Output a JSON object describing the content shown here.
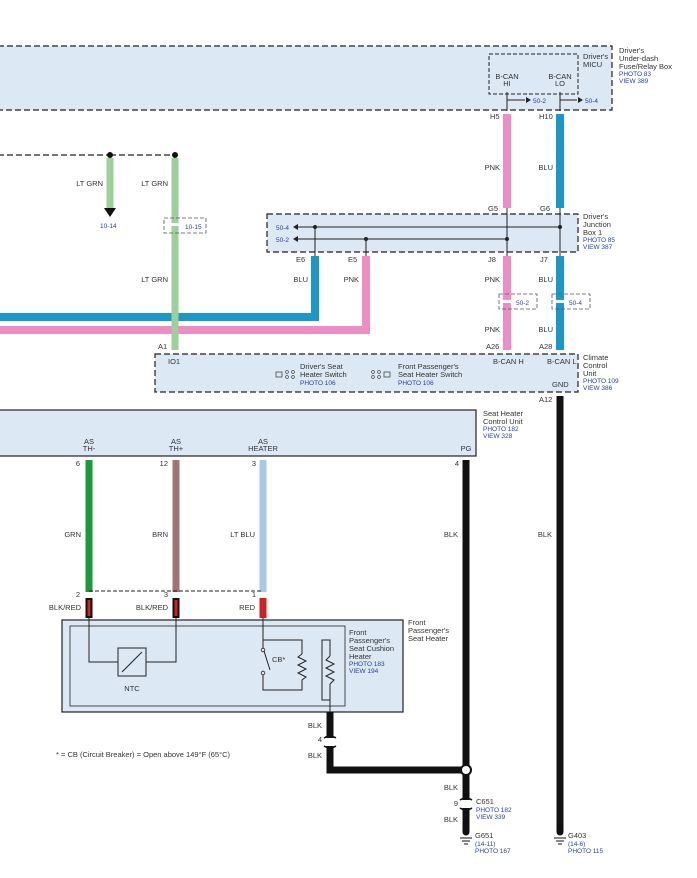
{
  "fuse_box": {
    "title": [
      "Driver's",
      "Under-dash",
      "Fuse/Relay Box"
    ],
    "photo": "PHOTO 83",
    "view": "VIEW 389",
    "micu": [
      "Driver's",
      "MICU"
    ],
    "bcan_hi": [
      "B-CAN",
      "HI"
    ],
    "bcan_lo": [
      "B-CAN",
      "LO"
    ],
    "ref_hi": "50-2",
    "ref_lo": "50-4",
    "pin_hi": "H5",
    "pin_lo": "H10"
  },
  "wires": {
    "pnk": "PNK",
    "blu": "BLU",
    "lt_grn": "LT GRN",
    "grn": "GRN",
    "brn": "BRN",
    "lt_blu": "LT BLU",
    "blk": "BLK",
    "blk_red": "BLK/RED",
    "red": "RED"
  },
  "refs": {
    "r1014": "10-14",
    "r1015": "10-15",
    "r502": "50-2",
    "r504": "50-4"
  },
  "junction_box": {
    "title": [
      "Driver's",
      "Junction",
      "Box 1"
    ],
    "photo": "PHOTO 85",
    "view": "VIEW 387",
    "pins": {
      "g5": "G5",
      "g6": "G6",
      "j8": "J8",
      "j7": "J7",
      "e6": "E6",
      "e5": "E5"
    },
    "ref_top": "50-4",
    "ref_bot": "50-2"
  },
  "climate": {
    "title": [
      "Climate",
      "Control",
      "Unit"
    ],
    "photo": "PHOTO 109",
    "view": "VIEW 386",
    "pin_a1": "A1",
    "pin_a26": "A26",
    "pin_a28": "A28",
    "pin_a12": "A12",
    "io1": "IO1",
    "bcan_h": "B-CAN H",
    "bcan_l": "B-CAN L",
    "gnd": "GND",
    "drv_switch": [
      "Driver's Seat",
      "Heater Switch"
    ],
    "drv_photo": "PHOTO 106",
    "pass_switch": [
      "Front Passenger's",
      "Seat Heater Switch"
    ],
    "pass_photo": "PHOTO 106"
  },
  "heater_unit": {
    "title": [
      "Seat Heater",
      "Control Unit"
    ],
    "photo": "PHOTO 182",
    "view": "VIEW 328",
    "pins": [
      {
        "lbl": [
          "AS",
          "TH-"
        ],
        "num": "6"
      },
      {
        "lbl": [
          "AS",
          "TH+"
        ],
        "num": "12"
      },
      {
        "lbl": [
          "AS",
          "HEATER"
        ],
        "num": "3"
      },
      {
        "lbl": [
          "PG"
        ],
        "num": "4"
      }
    ]
  },
  "seat_heater": {
    "title": [
      "Front",
      "Passenger's",
      "Seat Heater"
    ],
    "cushion": [
      "Front",
      "Passenger's",
      "Seat Cushion",
      "Heater"
    ],
    "photo": "PHOTO 183",
    "view": "VIEW 194",
    "pin2": "2",
    "pin3": "3",
    "pin1": "1",
    "ntc": "NTC",
    "cb": "CB*"
  },
  "footnote": "* = CB (Circuit Breaker) = Open above 149°F (65°C)",
  "ground": {
    "pin4": "4",
    "pin9": "9",
    "c651": "C651",
    "c651_photo": "PHOTO 182",
    "c651_view": "VIEW 339",
    "g651": "G651",
    "g651_ref": "(14-11)",
    "g651_photo": "PHOTO 167",
    "g403": "G403",
    "g403_ref": "(14-6)",
    "g403_photo": "PHOTO 115"
  },
  "colors": {
    "pnk": "#ee8cc4",
    "blu": "#1c98c8",
    "lt_grn": "#9ccf9a",
    "grn": "#1a9a3a",
    "brn": "#a07470",
    "lt_blu": "#a8c8e8",
    "blk": "#111111",
    "red": "#cc2222",
    "box": "#dce8f4"
  }
}
